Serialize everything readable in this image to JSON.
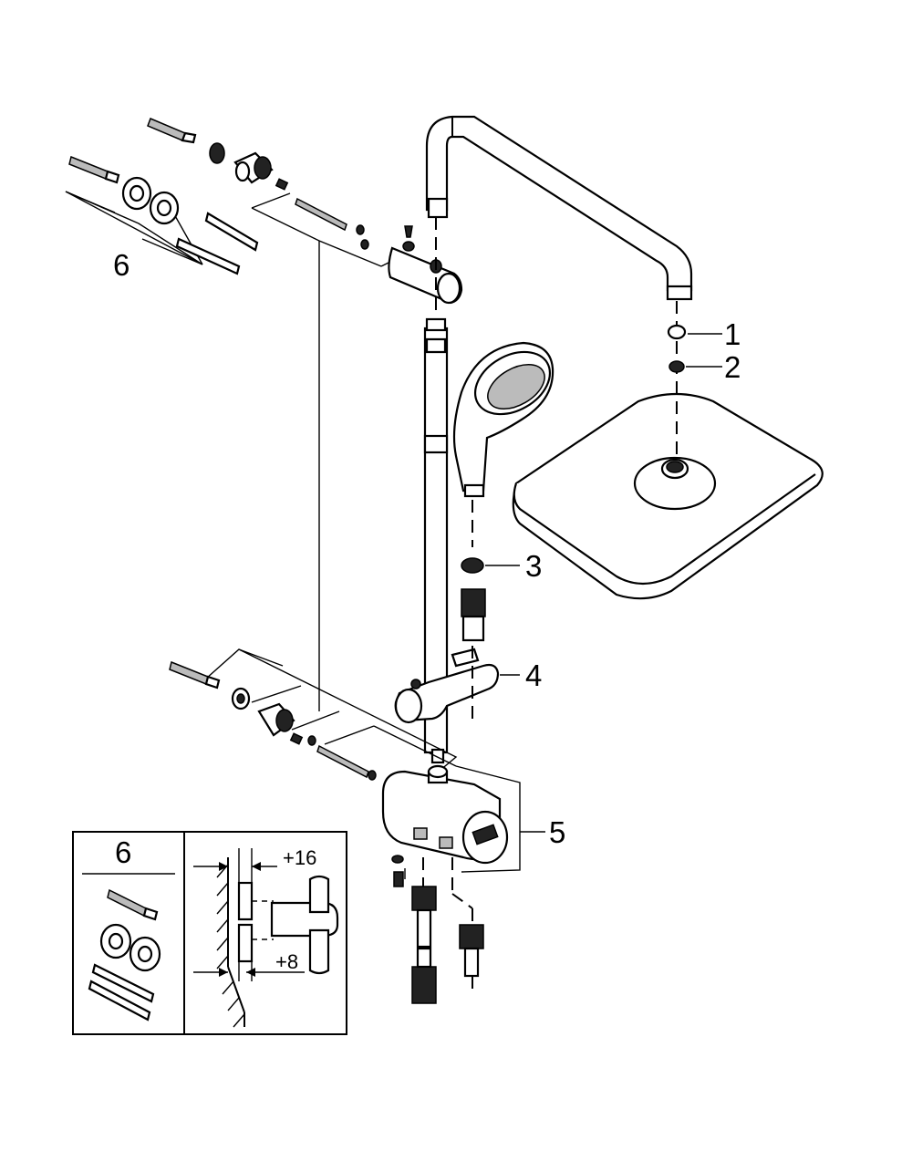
{
  "callouts": {
    "c1": "1",
    "c2": "2",
    "c3": "3",
    "c4": "4",
    "c5": "5",
    "c6_top": "6"
  },
  "inset": {
    "title": "6",
    "dim_upper": "+16",
    "dim_lower": "+8"
  },
  "colors": {
    "ink": "#000000",
    "paper": "#ffffff"
  }
}
